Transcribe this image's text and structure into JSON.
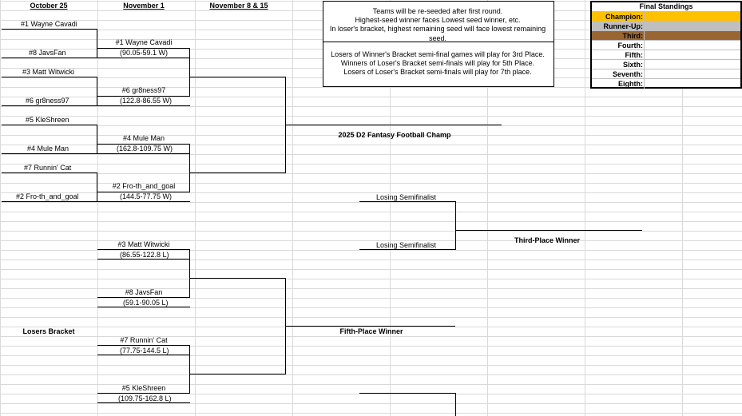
{
  "headers": {
    "round1": "October 25",
    "round2": "November 1",
    "round3": "November 8 & 15"
  },
  "notes": {
    "line1": "Teams will be re-seeded after first round.",
    "line2": "Highest-seed winner faces Lowest seed winner, etc.",
    "line3": "In loser's bracket, highest remaining seed will face lowest remaining seed.",
    "line4": "Losers of Winner's Bracket semi-final games will play for 3rd Place.",
    "line5": "Winners of Loser's Bracket semi-finals will play for 5th Place.",
    "line6": "Losers of Loser's Bracket semi-finals will play for 7th place."
  },
  "standings": {
    "title": "Final Standings",
    "rows": [
      "Champion:",
      "Runner-Up:",
      "Third:",
      "Fourth:",
      "Fifth:",
      "Sixth:",
      "Seventh:",
      "Eighth:"
    ],
    "colors": {
      "champion": "#ffc000",
      "runner_up": "#bfbfbf",
      "third": "#996633"
    }
  },
  "round1": {
    "t1": "#1 Wayne Cavadi",
    "t2": "#8 JavsFan",
    "t3": "#3 Matt Witwicki",
    "t4": "#6 gr8ness97",
    "t5": "#5 KleShreen",
    "t6": "#4 Mule Man",
    "t7": "#7 Runnin' Cat",
    "t8": "#2 Fro-th_and_goal"
  },
  "winners_r2": {
    "w1_name": "#1 Wayne Cavadi",
    "w1_score": "(90.05-59.1 W)",
    "w2_name": "#6 gr8ness97",
    "w2_score": "(122.8-86.55 W)",
    "w3_name": "#4 Mule Man",
    "w3_score": "(162.8-109.75 W)",
    "w4_name": "#2 Fro-th_and_goal",
    "w4_score": "(144.5-77.75 W)"
  },
  "champ_title": "2025 D2 Fantasy Football Champ",
  "third_place": {
    "semi1": "Losing Semifinalist",
    "semi2": "Losing Semifinalist",
    "winner": "Third-Place Winner"
  },
  "losers": {
    "title": "Losers Bracket",
    "l1_name": "#3 Matt Witwicki",
    "l1_score": "(86.55-122.8 L)",
    "l2_name": "#8 JavsFan",
    "l2_score": "(59.1-90.05 L)",
    "l3_name": "#7 Runnin' Cat",
    "l3_score": "(77.75-144.5 L)",
    "l4_name": "#5 KleShreen",
    "l4_score": "(109.75-162.8 L)",
    "fifth_winner": "Fifth-Place Winner"
  }
}
